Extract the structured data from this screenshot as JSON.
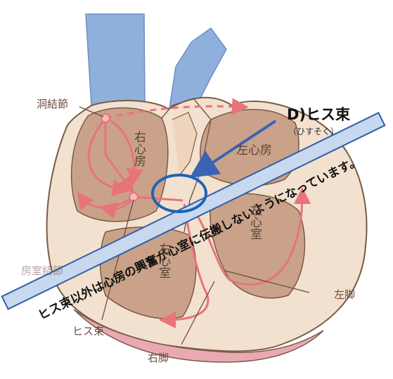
{
  "labels": {
    "sa_node": "洞結節",
    "right_atrium": "右心房",
    "left_atrium": "左心房",
    "left_ventricle": "左心室",
    "right_ventricle": "右心室",
    "av_node": "房室結節",
    "his_bundle": "ヒス束",
    "left_bundle": "左脚",
    "right_bundle": "右脚"
  },
  "callout": {
    "title": "D)ヒス束",
    "reading": "（ひすそく）"
  },
  "band_text": "ヒス束以外は心房の興奮が心室に伝搬しないようになっています。",
  "colors": {
    "vessel_blue": "#8fb0dc",
    "heart_tan": "#c9a289",
    "heart_wall": "#f3e1cf",
    "conduction_red": "#e8737a",
    "band_fill": "#c8d8ef",
    "band_stroke": "#2f5fa8",
    "circle_blue": "#1e63b8",
    "arrow_blue": "#3a63b4"
  }
}
